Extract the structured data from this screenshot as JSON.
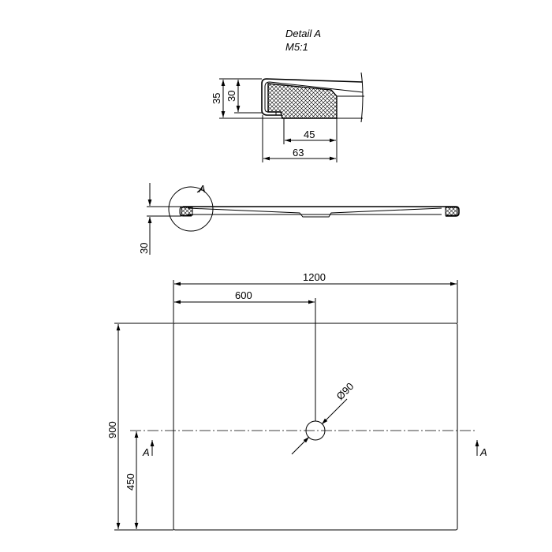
{
  "detail": {
    "title": "Detail A",
    "scale": "M5:1",
    "dims": {
      "height_total": "35",
      "height_inner": "30",
      "inner_width": "45",
      "outer_width": "63"
    }
  },
  "section": {
    "detail_label": "A",
    "height": "30"
  },
  "plan": {
    "width": "1200",
    "half_width": "600",
    "drain": "Ø90",
    "depth": "900",
    "half_depth": "450",
    "section_mark_left": "A",
    "section_mark_right": "A"
  }
}
